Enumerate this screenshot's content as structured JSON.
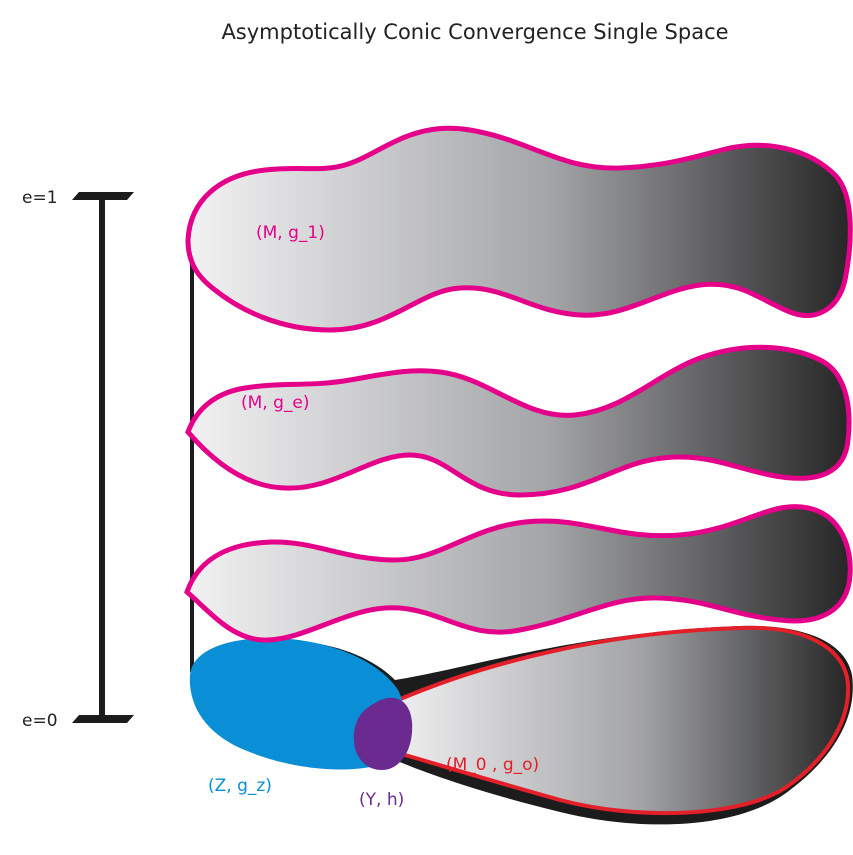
{
  "title": "Asymptotically Conic Convergence Single Space",
  "scale": {
    "top_label": "e=1",
    "bottom_label": "e=0"
  },
  "labels": {
    "m_g1": "(M, g_1)",
    "m_ge": "(M, g_e)",
    "z_gz": "(Z, g_z)",
    "y_h": "(Y, h)",
    "m0_go": "(M_0 , g_o)"
  },
  "colors": {
    "magenta": "#e5008a",
    "red": "#e3202a",
    "blue": "#0a8fd6",
    "purple": "#6a2a8f",
    "black": "#1c1c1c",
    "gradient_light": "#f2f2f3",
    "gradient_dark": "#262626"
  }
}
